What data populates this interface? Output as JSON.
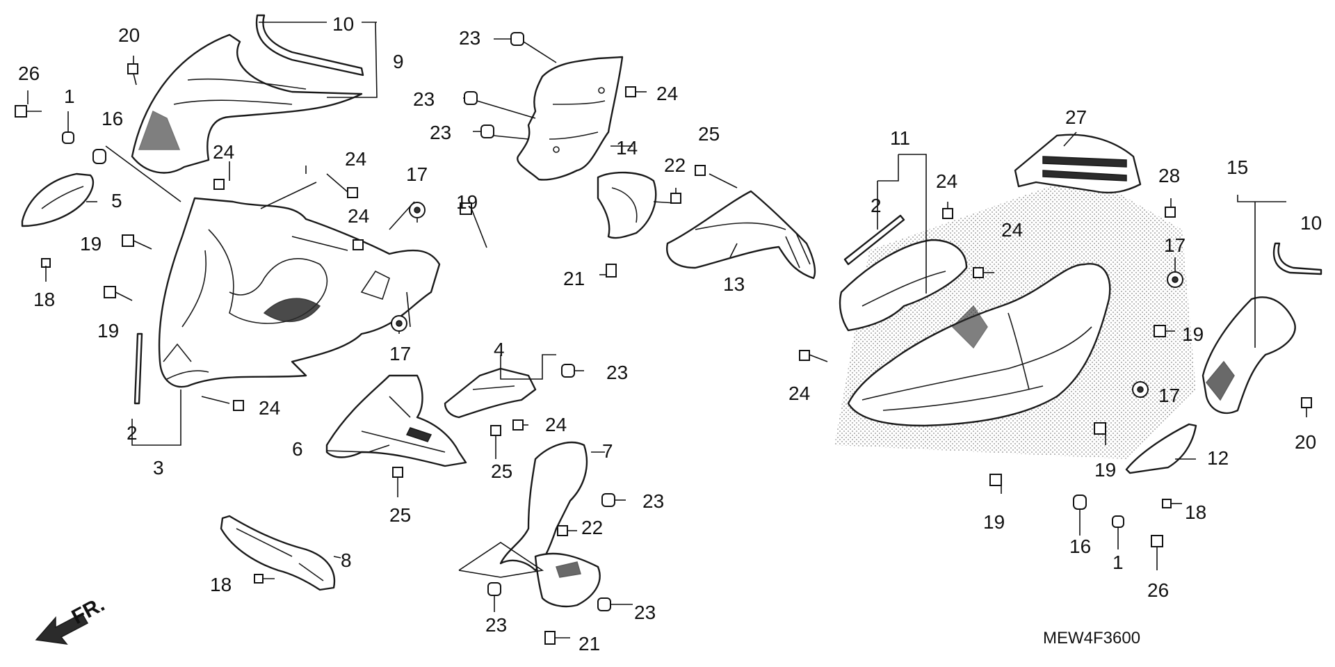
{
  "diagram_code": "MEW4F3600",
  "front_marker": "FR.",
  "callouts": [
    {
      "id": "c1",
      "label": "10"
    },
    {
      "id": "c2",
      "label": "9"
    },
    {
      "id": "c3",
      "label": "20"
    },
    {
      "id": "c4",
      "label": "26"
    },
    {
      "id": "c5",
      "label": "1"
    },
    {
      "id": "c6",
      "label": "16"
    },
    {
      "id": "c7",
      "label": "5"
    },
    {
      "id": "c8",
      "label": "18"
    },
    {
      "id": "c9",
      "label": "19"
    },
    {
      "id": "c10",
      "label": "19"
    },
    {
      "id": "c11",
      "label": "24"
    },
    {
      "id": "c12",
      "label": "24"
    },
    {
      "id": "c13",
      "label": "24"
    },
    {
      "id": "c14",
      "label": "17"
    },
    {
      "id": "c15",
      "label": "19"
    },
    {
      "id": "c16",
      "label": "17"
    },
    {
      "id": "c17",
      "label": "2"
    },
    {
      "id": "c18",
      "label": "3"
    },
    {
      "id": "c19",
      "label": "24"
    },
    {
      "id": "c20",
      "label": "23"
    },
    {
      "id": "c21",
      "label": "23"
    },
    {
      "id": "c22",
      "label": "23"
    },
    {
      "id": "c23",
      "label": "24"
    },
    {
      "id": "c24",
      "label": "14"
    },
    {
      "id": "c25",
      "label": "22"
    },
    {
      "id": "c26",
      "label": "21"
    },
    {
      "id": "c27",
      "label": "25"
    },
    {
      "id": "c28",
      "label": "13"
    },
    {
      "id": "c29",
      "label": "4"
    },
    {
      "id": "c30",
      "label": "23"
    },
    {
      "id": "c31",
      "label": "24"
    },
    {
      "id": "c32",
      "label": "6"
    },
    {
      "id": "c33",
      "label": "25"
    },
    {
      "id": "c34",
      "label": "25"
    },
    {
      "id": "c35",
      "label": "7"
    },
    {
      "id": "c36",
      "label": "23"
    },
    {
      "id": "c37",
      "label": "22"
    },
    {
      "id": "c38",
      "label": "23"
    },
    {
      "id": "c39",
      "label": "23"
    },
    {
      "id": "c40",
      "label": "21"
    },
    {
      "id": "c41",
      "label": "8"
    },
    {
      "id": "c42",
      "label": "18"
    },
    {
      "id": "c43",
      "label": "11"
    },
    {
      "id": "c44",
      "label": "2"
    },
    {
      "id": "c45",
      "label": "24"
    },
    {
      "id": "c46",
      "label": "24"
    },
    {
      "id": "c47",
      "label": "24"
    },
    {
      "id": "c48",
      "label": "27"
    },
    {
      "id": "c49",
      "label": "28"
    },
    {
      "id": "c50",
      "label": "15"
    },
    {
      "id": "c51",
      "label": "10"
    },
    {
      "id": "c52",
      "label": "17"
    },
    {
      "id": "c53",
      "label": "19"
    },
    {
      "id": "c54",
      "label": "17"
    },
    {
      "id": "c55",
      "label": "19"
    },
    {
      "id": "c56",
      "label": "19"
    },
    {
      "id": "c57",
      "label": "12"
    },
    {
      "id": "c58",
      "label": "18"
    },
    {
      "id": "c59",
      "label": "16"
    },
    {
      "id": "c60",
      "label": "1"
    },
    {
      "id": "c61",
      "label": "26"
    },
    {
      "id": "c62",
      "label": "20"
    }
  ]
}
